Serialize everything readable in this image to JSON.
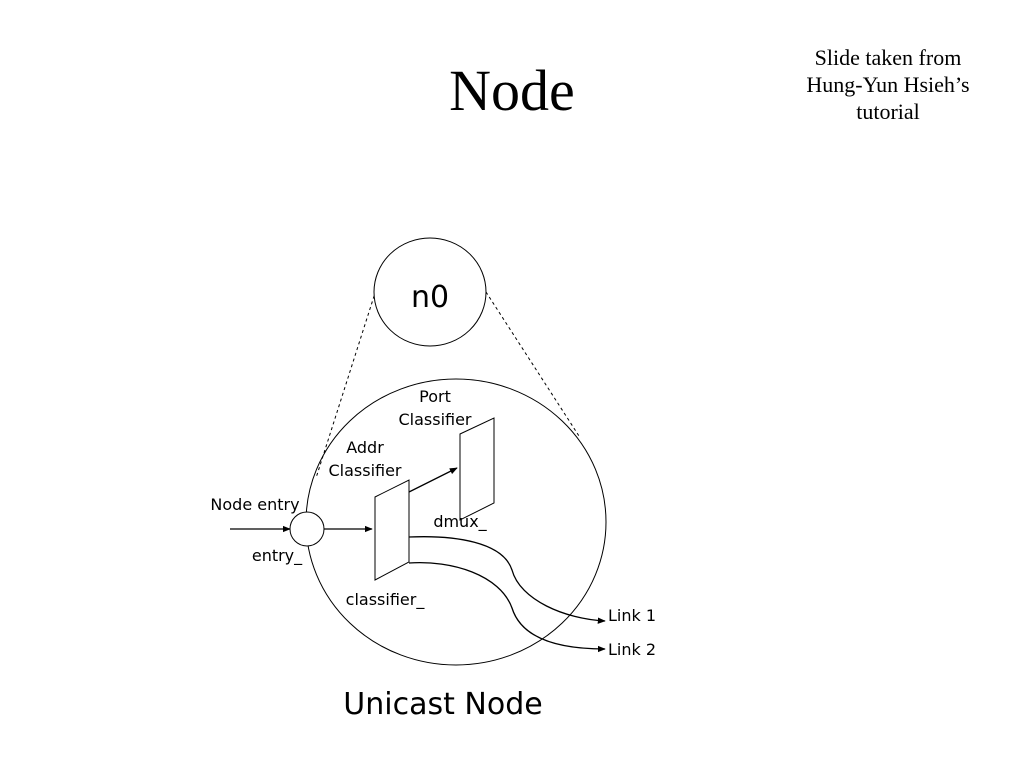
{
  "slide": {
    "title": "Node",
    "credit": [
      "Slide taken from",
      "Hung-Yun Hsieh’s",
      "tutorial"
    ]
  },
  "diagram": {
    "node_label": "n0",
    "port_classifier": [
      "Port",
      "Classifier"
    ],
    "addr_classifier": [
      "Addr",
      "Classifier"
    ],
    "node_entry": "Node entry",
    "entry_var": "entry_",
    "dmux_var": "dmux_",
    "classifier_var": "classifier_",
    "link1": "Link 1",
    "link2": "Link 2",
    "caption": "Unicast Node"
  }
}
